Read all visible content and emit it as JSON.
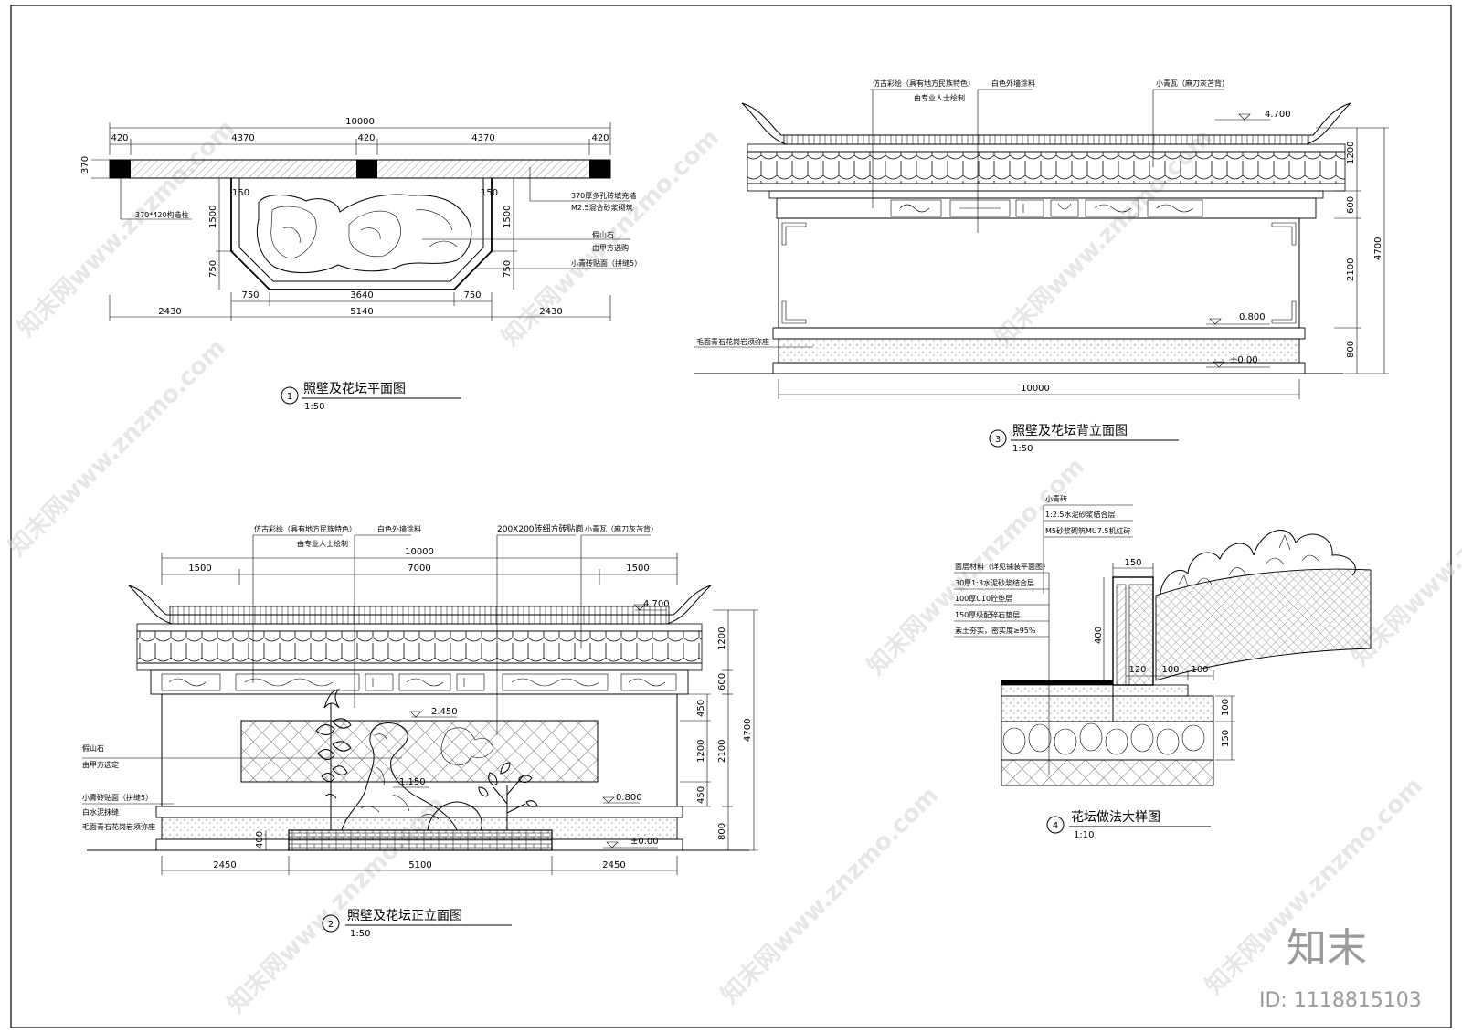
{
  "brand": {
    "logo_text": "知末",
    "id_text": "ID: 1118815103"
  },
  "watermark_text": "知末网www.znzmo.com",
  "plan": {
    "title": "照壁及花坛平面图",
    "num": "1",
    "scale": "1:50",
    "dims_top": [
      "10000",
      "420",
      "4370",
      "420",
      "4370",
      "420"
    ],
    "dims_bottom": [
      "750",
      "3640",
      "750",
      "2430",
      "5140",
      "2430"
    ],
    "dims_side": [
      "370",
      "150",
      "1500",
      "750",
      "150",
      "1500",
      "750"
    ],
    "labels": [
      "370*420构造柱",
      "370厚多孔砖填充墙",
      "M2.5混合砂浆砌筑",
      "假山石",
      "由甲方选购",
      "小青砖贴面（拼缝5）"
    ]
  },
  "back": {
    "title": "照壁及花坛背立面图",
    "num": "3",
    "scale": "1:50",
    "labels_top": [
      "仿古彩绘（具有地方民族特色）",
      "由专业人士绘制",
      "白色外墙涂料",
      "小青瓦（麻刀灰苫背）"
    ],
    "label_left": "毛面青石花岗岩须弥座",
    "levels": [
      "4.700",
      "0.800",
      "±0.00"
    ],
    "dims_right": [
      "1200",
      "600",
      "2100",
      "800",
      "4700"
    ],
    "dim_bottom": "10000"
  },
  "front": {
    "title": "照壁及花坛正立面图",
    "num": "2",
    "scale": "1:50",
    "labels_top": [
      "仿古彩绘（具有地方民族特色）",
      "由专业人士绘制",
      "白色外墙涂料",
      "200X200砖细方砖贴面",
      "小青瓦（麻刀灰苫背）"
    ],
    "labels_left": [
      "假山石",
      "由甲方选定",
      "小青砖贴面（拼缝5）",
      "白水泥抹缝",
      "毛面青石花岗岩须弥座"
    ],
    "dims_top": [
      "10000",
      "1500",
      "7000",
      "1500"
    ],
    "levels": [
      "4.700",
      "2.450",
      "1.150",
      "0.800",
      "±0.00"
    ],
    "dims_right_inner": [
      "450",
      "1200",
      "450"
    ],
    "dims_right": [
      "1200",
      "600",
      "2100",
      "800",
      "4700"
    ],
    "dim_400": "400",
    "dims_bottom": [
      "2450",
      "5100",
      "2450"
    ]
  },
  "detail": {
    "title": "花坛做法大样图",
    "num": "4",
    "scale": "1:10",
    "labels_a": [
      "小青砖",
      "1:2.5水泥砂浆结合层",
      "M5砂浆砌筑MU7.5机红砖"
    ],
    "labels_b": [
      "面层材料（详见铺装平面图）",
      "30厚1:3水泥砂浆结合层",
      "100厚C10砼垫层",
      "150厚级配碎石垫层",
      "素土夯实，密实度≥95%"
    ],
    "dims": [
      "150",
      "400",
      "120",
      "100",
      "100",
      "100",
      "150"
    ]
  }
}
